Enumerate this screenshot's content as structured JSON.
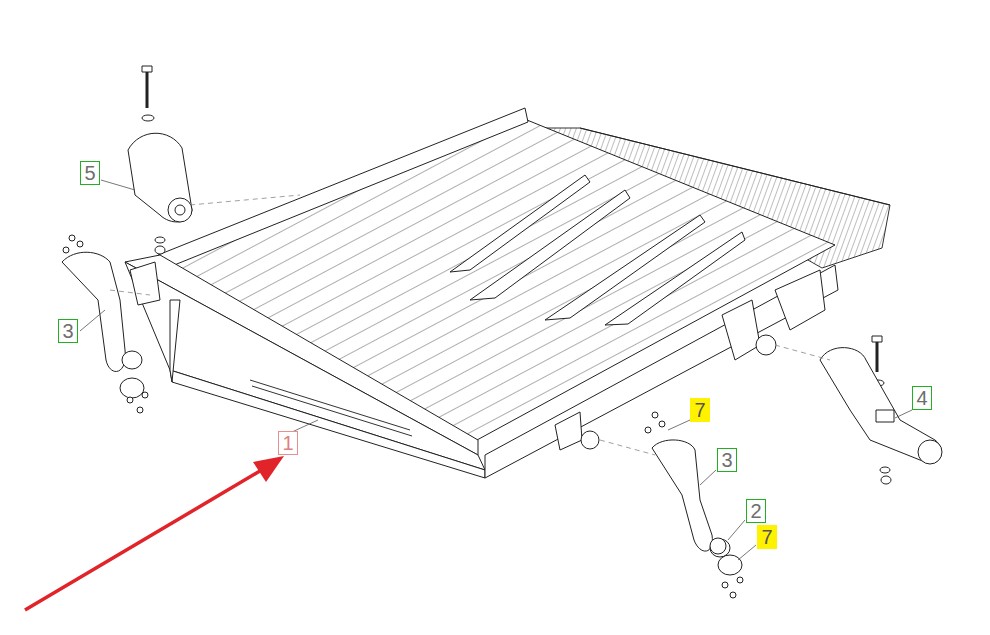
{
  "diagram": {
    "nodes": [
      {
        "text": [
          "5"
        ]
      },
      {
        "text": [
          "3"
        ]
      },
      {
        "text": [
          "4"
        ]
      },
      {
        "text": [
          "7"
        ]
      },
      {
        "text": [
          "1"
        ]
      },
      {
        "text": [
          "3"
        ]
      },
      {
        "text": [
          "2"
        ]
      },
      {
        "text": [
          "7"
        ]
      }
    ]
  }
}
